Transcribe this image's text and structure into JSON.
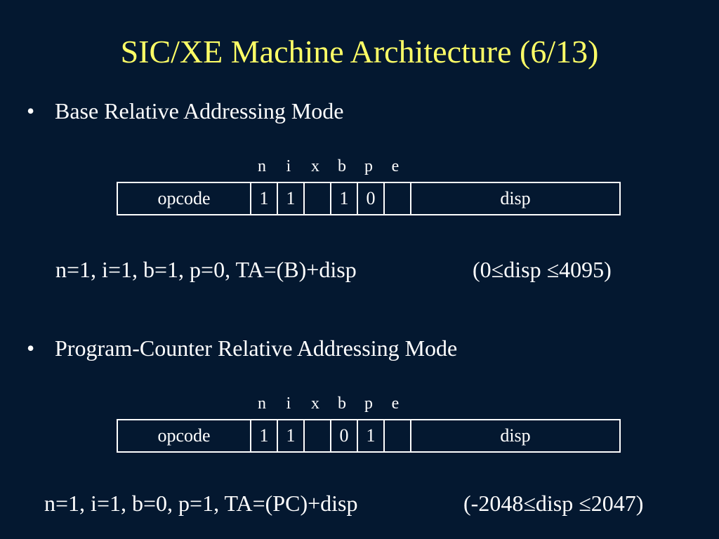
{
  "slide": {
    "title": "SIC/XE Machine Architecture (6/13)",
    "colors": {
      "background": "#041830",
      "title": "#ffff66",
      "text": "#ffffff"
    }
  },
  "bullet_glyph": "•",
  "section1": {
    "heading": "Base Relative Addressing Mode",
    "bit_labels": [
      "n",
      "i",
      "x",
      "b",
      "p",
      "e"
    ],
    "format": {
      "opcode": "opcode",
      "n": "1",
      "i": "1",
      "x": "",
      "b": "1",
      "p": "0",
      "e": "",
      "disp": "disp"
    },
    "formula": "n=1, i=1, b=1, p=0, TA=(B)+disp",
    "range": "(0≤disp ≤4095)"
  },
  "section2": {
    "heading": "Program-Counter Relative Addressing Mode",
    "bit_labels": [
      "n",
      "i",
      "x",
      "b",
      "p",
      "e"
    ],
    "format": {
      "opcode": "opcode",
      "n": "1",
      "i": "1",
      "x": "",
      "b": "0",
      "p": "1",
      "e": "",
      "disp": "disp"
    },
    "formula": "n=1, i=1, b=0, p=1, TA=(PC)+disp",
    "range": "(-2048≤disp ≤2047)"
  }
}
